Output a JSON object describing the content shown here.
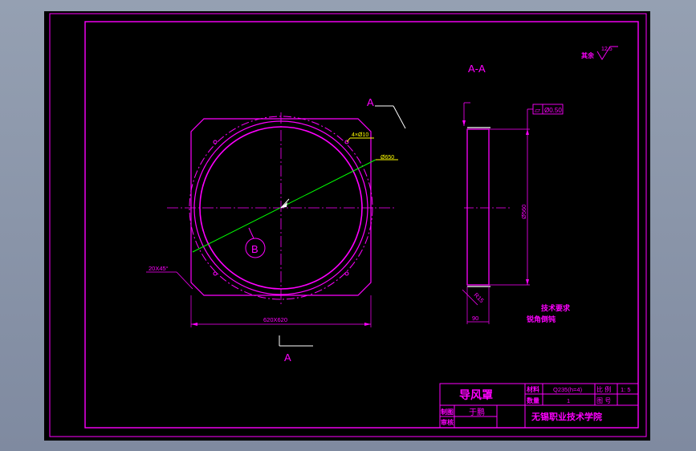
{
  "colors": {
    "background": "#000000",
    "viewport": "#8a95a8",
    "magenta": "#ff00ff",
    "white": "#ffffff",
    "yellow": "#ffff00",
    "green": "#00ff00",
    "dim": "#808080"
  },
  "section": {
    "title": "A-A",
    "cut_label_top": "A",
    "cut_label_bottom": "A"
  },
  "annotations": {
    "holes": "4×Ø10",
    "bolt_circle": "Ø650",
    "chamfer": "20X45°",
    "overall_size": "620X620",
    "detail_marker": "B",
    "flatness_symbol": "⏥",
    "flatness_value": "Ø0.50",
    "diameter": "Ø560",
    "thickness": "90",
    "radius": "R15"
  },
  "roughness": {
    "label": "其余",
    "value": "12.5"
  },
  "notes": {
    "heading": "技术要求",
    "line1": "锐角倒钝"
  },
  "title_block": {
    "part_name": "导风罩",
    "material_label": "材料",
    "material_value": "Q235(h=4)",
    "scale_label": "比 例",
    "scale_value": "1: 5",
    "quantity_label": "数量",
    "quantity_value": "1",
    "drawing_no_label": "图 号",
    "drawing_no_value": "",
    "drawn_by_label": "制图",
    "drawn_by_value": "于鹏",
    "checked_by_label": "审核",
    "checked_by_value": "",
    "school": "无锡职业技术学院"
  }
}
